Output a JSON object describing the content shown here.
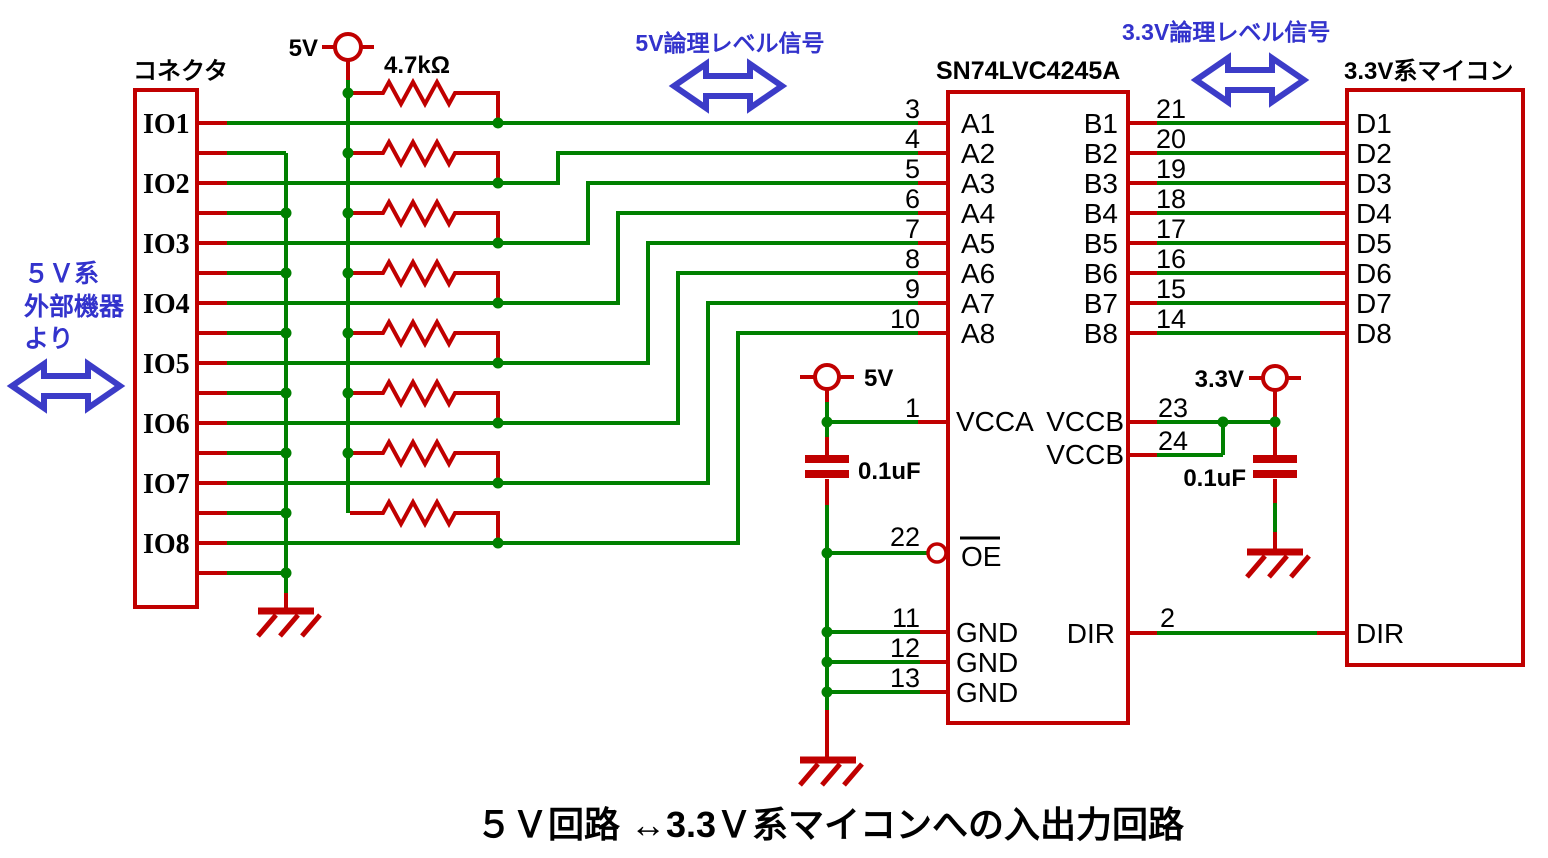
{
  "colors": {
    "wire_green": "#008000",
    "wire_red": "#C00000",
    "annotation_blue": "#3333CC",
    "text_black": "#000000",
    "background": "#FFFFFF"
  },
  "title": "５Ｖ回路 ↔3.3Ｖ系マイコンへの入出力回路",
  "annotations": {
    "source_label_line1": "５Ｖ系",
    "source_label_line2": "外部機器",
    "source_label_line3": "より",
    "signal_5v_label": "5V論理レベル信号",
    "signal_3v3_label": "3.3V論理レベル信号"
  },
  "connector": {
    "label": "コネクタ",
    "io_pins": [
      "IO1",
      "IO2",
      "IO3",
      "IO4",
      "IO5",
      "IO6",
      "IO7",
      "IO8"
    ]
  },
  "pullup": {
    "supply": "5V",
    "resistance": "4.7kΩ"
  },
  "ic": {
    "part_number": "SN74LVC4245A",
    "a_pins": [
      {
        "number": "3",
        "name": "A1"
      },
      {
        "number": "4",
        "name": "A2"
      },
      {
        "number": "5",
        "name": "A3"
      },
      {
        "number": "6",
        "name": "A4"
      },
      {
        "number": "7",
        "name": "A5"
      },
      {
        "number": "8",
        "name": "A6"
      },
      {
        "number": "9",
        "name": "A7"
      },
      {
        "number": "10",
        "name": "A8"
      }
    ],
    "b_pins": [
      {
        "number": "21",
        "name": "B1"
      },
      {
        "number": "20",
        "name": "B2"
      },
      {
        "number": "19",
        "name": "B3"
      },
      {
        "number": "18",
        "name": "B4"
      },
      {
        "number": "17",
        "name": "B5"
      },
      {
        "number": "16",
        "name": "B6"
      },
      {
        "number": "15",
        "name": "B7"
      },
      {
        "number": "14",
        "name": "B8"
      }
    ],
    "vcca": {
      "number": "1",
      "name": "VCCA"
    },
    "oe": {
      "number": "22",
      "name": "OE"
    },
    "gnd": [
      {
        "number": "11",
        "name": "GND"
      },
      {
        "number": "12",
        "name": "GND"
      },
      {
        "number": "13",
        "name": "GND"
      }
    ],
    "vccb": [
      {
        "number": "23",
        "name": "VCCB"
      },
      {
        "number": "24",
        "name": "VCCB"
      }
    ],
    "dir": {
      "number": "2",
      "name": "DIR"
    }
  },
  "mcu": {
    "label": "3.3V系マイコン",
    "d_pins": [
      "D1",
      "D2",
      "D3",
      "D4",
      "D5",
      "D6",
      "D7",
      "D8"
    ],
    "dir_label": "DIR"
  },
  "decoupling": {
    "vcca_supply": "5V",
    "vcca_cap": "0.1uF",
    "vccb_supply": "3.3V",
    "vccb_cap": "0.1uF"
  }
}
